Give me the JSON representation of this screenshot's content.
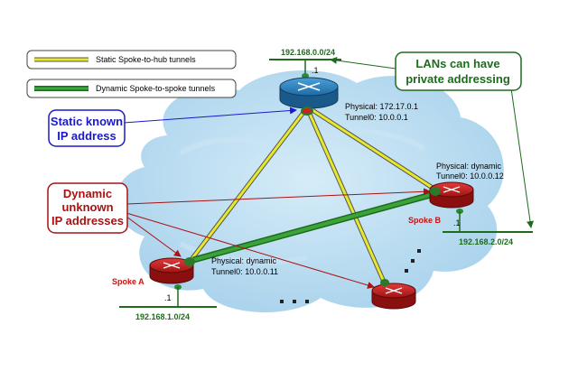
{
  "legend": {
    "static_label": "Static Spoke-to-hub tunnels",
    "dynamic_label": "Dynamic Spoke-to-spoke tunnels"
  },
  "callouts": {
    "lans_line1": "LANs can have",
    "lans_line2": "private addressing",
    "static_line1": "Static known",
    "static_line2": "IP address",
    "dynamic_line1": "Dynamic",
    "dynamic_line2": "unknown",
    "dynamic_line3": "IP addresses"
  },
  "hub": {
    "lan": "192.168.0.0/24",
    "if_id": ".1",
    "physical": "Physical:  172.17.0.1",
    "tunnel": "Tunnel0:     10.0.0.1"
  },
  "spoke_a": {
    "name": "Spoke A",
    "lan": "192.168.1.0/24",
    "if_id": ".1",
    "physical": "Physical:   dynamic",
    "tunnel": "Tunnel0:   10.0.0.11"
  },
  "spoke_b": {
    "name": "Spoke B",
    "lan": "192.168.2.0/24",
    "if_id": ".1",
    "physical": "Physical: dynamic",
    "tunnel": "Tunnel0:    10.0.0.12"
  },
  "colors": {
    "static_tunnel": "#e8e82a",
    "dynamic_tunnel": "#3aa43a",
    "lan_green": "#1e6b1e",
    "arrow_red": "#aa1111",
    "arrow_blue": "#1a1acc",
    "cloud": "#b8dcf0"
  }
}
